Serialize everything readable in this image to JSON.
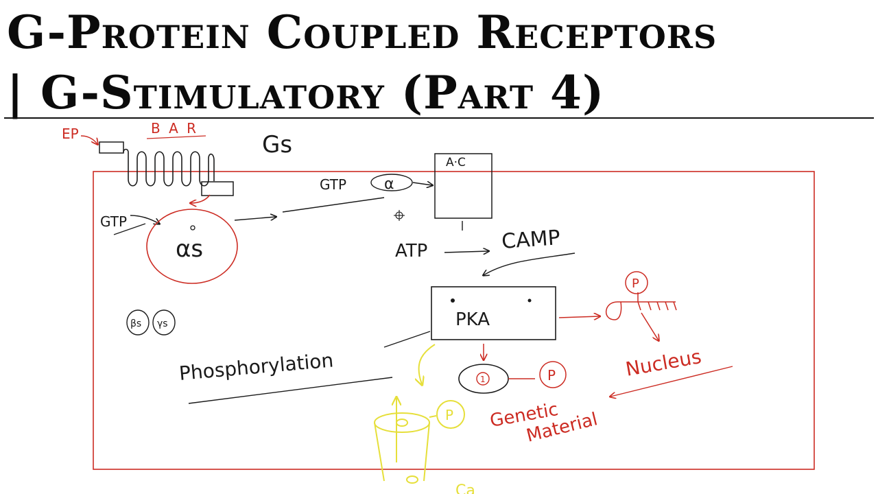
{
  "title": {
    "line1": "G-Protein Coupled Receptors",
    "line2": "| G-Stimulatory (Part 4)"
  },
  "diagram": {
    "colors": {
      "ink": "#1a1a1a",
      "red": "#cc2b22",
      "yellow": "#e6df3a",
      "background": "#ffffff"
    },
    "labels": {
      "ep": "EP",
      "receptor": "B A R",
      "gs": "Gs",
      "gtp_left": "GTP",
      "alpha_s": "αs",
      "gtp_alpha": "GTP",
      "alpha": "α",
      "ac": "A·C",
      "atp": "ATP",
      "camp": "CAMP",
      "pka": "PKA",
      "phosphorylation": "Phosphorylation",
      "beta_s": "βs",
      "gamma_s": "γs",
      "p": "P",
      "one": "1",
      "nucleus": "Nucleus",
      "genetic": "Genetic",
      "material": "Material",
      "ca": "Ca"
    }
  }
}
